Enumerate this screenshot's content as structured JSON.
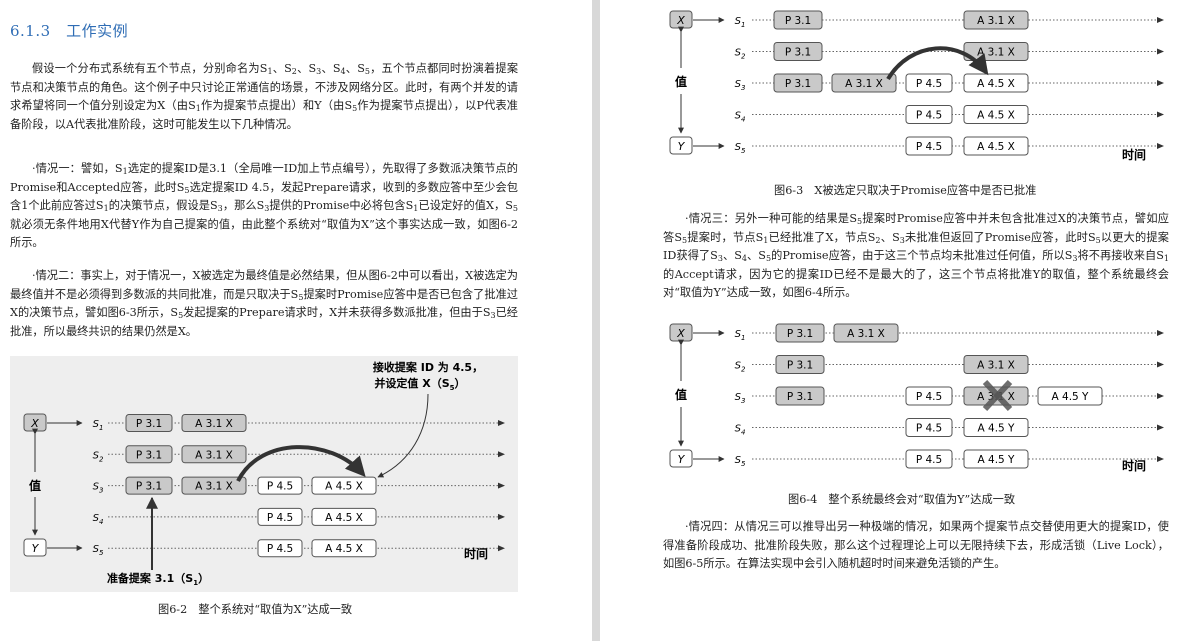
{
  "left_page": {
    "section_title": "6.1.3　工作实例",
    "paragraphs": [
      "假设一个分布式系统有五个节点，分别命名为S1、S2、S3、S4、S5，五个节点都同时扮演着提案节点和决策节点的角色。这个例子中只讨论正常通信的场景，不涉及网络分区。此时，有两个并发的请求希望将同一个值分别设定为X（由S1作为提案节点提出）和Y（由S5作为提案节点提出），以P代表准备阶段，以A代表批准阶段，这时可能发生以下几种情况。",
      "·情况一：譬如，S1选定的提案ID是3.1（全局唯一ID加上节点编号），先取得了多数派决策节点的Promise和Accepted应答，此时S5选定提案ID 4.5，发起Prepare请求，收到的多数应答中至少会包含1个此前应答过S1的决策节点，假设是S3，那么S3提供的Promise中必将包含S1已设定好的值X，S5就必须无条件地用X代替Y作为自己提案的值，由此整个系统对“取值为X”这个事实达成一致，如图6-2所示。",
      "·情况二：事实上，对于情况一，X被选定为最终值是必然结果，但从图6-2中可以看出，X被选定为最终值并不是必须得到多数派的共同批准，而是只取决于S5提案时Promise应答中是否已包含了批准过X的决策节点，譬如图6-3所示，S5发起提案的Prepare请求时，X并未获得多数派批准，但由于S3已经批准，所以最终共识的结果仍然是X。"
    ],
    "figure": {
      "caption": "图6-2　整个系统对“取值为X”达成一致",
      "annotation_top_line1": "接收提案 ID 为 4.5，",
      "annotation_top_line2": "并设定值 X（S",
      "annotation_top_sub": "5",
      "annotation_bottom": "准备提案 3.1（S",
      "annotation_bottom_sub": "1",
      "time_label": "时间",
      "value_label": "值"
    }
  },
  "right_page": {
    "figure_top": {
      "caption": "图6-3　X被选定只取决于Promise应答中是否已批准",
      "time_label": "时间",
      "value_label": "值"
    },
    "paragraphs": [
      "·情况三：另外一种可能的结果是S5提案时Promise应答中并未包含批准过X的决策节点，譬如应答S5提案时，节点S1已经批准了X，节点S2、S3未批准但返回了Promise应答，此时S5以更大的提案ID获得了S3、S4、S5的Promise应答，由于这三个节点均未批准过任何值，所以S3将不再接收来自S1的Accept请求，因为它的提案ID已经不是最大的了，这三个节点将批准Y的取值，整个系统最终会对“取值为Y”达成一致，如图6-4所示。",
      "·情况四：从情况三可以推导出另一种极端的情况，如果两个提案节点交替使用更大的提案ID，使得准备阶段成功、批准阶段失败，那么这个过程理论上可以无限持续下去，形成活锁（Live Lock），如图6-5所示。在算法实现中会引入随机超时时间来避免活锁的产生。"
    ],
    "figure_bottom": {
      "caption": "图6-4　整个系统最终会对“取值为Y”达成一致",
      "time_label": "时间",
      "value_label": "值"
    }
  },
  "diagram_labels": {
    "x": "X",
    "y": "Y",
    "nodes": [
      "S1",
      "S2",
      "S3",
      "S4",
      "S5"
    ],
    "p31": "P 3.1",
    "a31x": "A 3.1 X",
    "p45": "P 4.5",
    "a45x": "A 4.5 X",
    "a45y": "A 4.5 Y"
  },
  "colors": {
    "box_dark_fill": "#c9c9c9",
    "box_light_fill": "#ffffff",
    "heading": "#2f6db5",
    "figure_bg": "#eeeeee"
  }
}
